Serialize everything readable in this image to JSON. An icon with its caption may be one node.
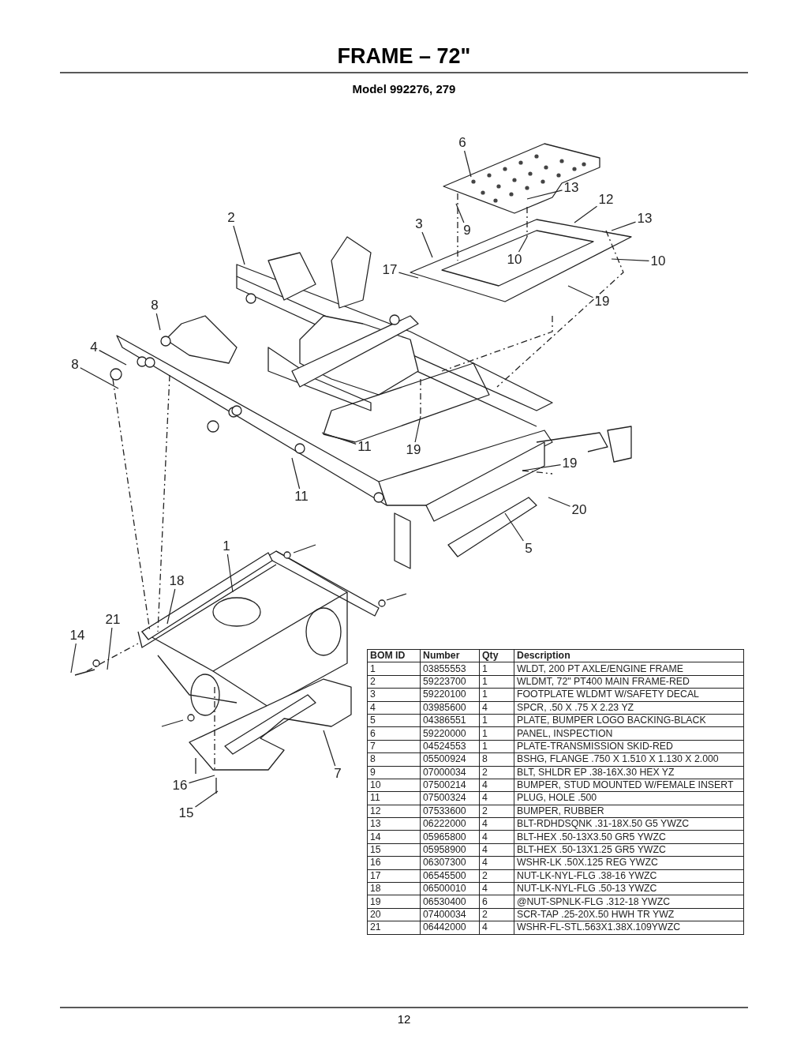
{
  "diagram": {
    "title": "FRAME – 72\"",
    "nodes": [
      {
        "text": [
          "6"
        ]
      },
      {
        "text": [
          "13"
        ]
      },
      {
        "text": [
          "12"
        ]
      },
      {
        "text": [
          "13"
        ]
      },
      {
        "text": [
          "2"
        ]
      },
      {
        "text": [
          "3"
        ]
      },
      {
        "text": [
          "9"
        ]
      },
      {
        "text": [
          "17"
        ]
      },
      {
        "text": [
          "10"
        ]
      },
      {
        "text": [
          "10"
        ]
      },
      {
        "text": [
          "19"
        ]
      },
      {
        "text": [
          "8"
        ]
      },
      {
        "text": [
          "4"
        ]
      },
      {
        "text": [
          "8"
        ]
      },
      {
        "text": [
          "11"
        ]
      },
      {
        "text": [
          "19"
        ]
      },
      {
        "text": [
          "19"
        ]
      },
      {
        "text": [
          "11"
        ]
      },
      {
        "text": [
          "20"
        ]
      },
      {
        "text": [
          "5"
        ]
      },
      {
        "text": [
          "1"
        ]
      },
      {
        "text": [
          "18"
        ]
      },
      {
        "text": [
          "21"
        ]
      },
      {
        "text": [
          "14"
        ]
      },
      {
        "text": [
          "7"
        ]
      },
      {
        "text": [
          "16"
        ]
      },
      {
        "text": [
          "15"
        ]
      }
    ],
    "edges": [
      {
        "from": 0,
        "to": null,
        "arrow": "none"
      },
      {
        "from": 1,
        "to": null,
        "arrow": "none"
      },
      {
        "from": 2,
        "to": null,
        "arrow": "none"
      },
      {
        "from": 3,
        "to": null,
        "arrow": "none"
      },
      {
        "from": 4,
        "to": null,
        "arrow": "none"
      },
      {
        "from": 5,
        "to": null,
        "arrow": "none"
      },
      {
        "from": 6,
        "to": null,
        "arrow": "none"
      },
      {
        "from": 7,
        "to": null,
        "arrow": "none"
      },
      {
        "from": 8,
        "to": null,
        "arrow": "none"
      },
      {
        "from": 9,
        "to": null,
        "arrow": "none"
      },
      {
        "from": 10,
        "to": null,
        "arrow": "none"
      },
      {
        "from": 11,
        "to": null,
        "arrow": "none"
      },
      {
        "from": 12,
        "to": null,
        "arrow": "none"
      },
      {
        "from": 13,
        "to": null,
        "arrow": "none"
      },
      {
        "from": 14,
        "to": null,
        "arrow": "none"
      },
      {
        "from": 15,
        "to": null,
        "arrow": "none"
      },
      {
        "from": 16,
        "to": null,
        "arrow": "none"
      },
      {
        "from": 17,
        "to": null,
        "arrow": "none"
      },
      {
        "from": 18,
        "to": null,
        "arrow": "none"
      },
      {
        "from": 19,
        "to": null,
        "arrow": "none"
      },
      {
        "from": 20,
        "to": null,
        "arrow": "none"
      },
      {
        "from": 21,
        "to": null,
        "arrow": "none"
      },
      {
        "from": 22,
        "to": null,
        "arrow": "none"
      },
      {
        "from": 23,
        "to": null,
        "arrow": "none"
      },
      {
        "from": 24,
        "to": null,
        "arrow": "none"
      },
      {
        "from": 25,
        "to": null,
        "arrow": "none"
      },
      {
        "from": 26,
        "to": null,
        "arrow": "none"
      }
    ],
    "labels": [
      "Model 992276, 279",
      "BOM ID",
      "Number",
      "Qty",
      "Description",
      "1",
      "03855553",
      "1",
      "WLDT, 200 PT AXLE/ENGINE FRAME",
      "2",
      "59223700",
      "1",
      "WLDMT,  72\" PT400 MAIN FRAME-RED",
      "3",
      "59220100",
      "1",
      "FOOTPLATE WLDMT W/SAFETY DECAL",
      "4",
      "03985600",
      "4",
      "SPCR, .50 X .75 X 2.23 YZ",
      "5",
      "04386551",
      "1",
      "PLATE,  BUMPER LOGO BACKING-BLACK",
      "6",
      "59220000",
      "1",
      "PANEL, INSPECTION",
      "7",
      "04524553",
      "1",
      "PLATE-TRANSMISSION SKID-RED",
      "8",
      "05500924",
      "8",
      "BSHG, FLANGE .750 X 1.510 X 1.130 X 2.000",
      "9",
      "07000034",
      "2",
      "BLT,  SHLDR EP .38-16X.30 HEX YZ",
      "10",
      "07500214",
      "4",
      "BUMPER, STUD MOUNTED W/FEMALE INSERT",
      "11",
      "07500324",
      "4",
      "PLUG, HOLE .500",
      "12",
      "07533600",
      "2",
      "BUMPER, RUBBER",
      "13",
      "06222000",
      "4",
      "BLT-RDHDSQNK .31-18X.50 G5 YWZC",
      "14",
      "05965800",
      "4",
      "BLT-HEX .50-13X3.50 GR5 YWZC",
      "15",
      "05958900",
      "4",
      "BLT-HEX .50-13X1.25 GR5 YWZC",
      "16",
      "06307300",
      "4",
      "WSHR-LK .50X.125 REG YWZC",
      "17",
      "06545500",
      "2",
      "NUT-LK-NYL-FLG .38-16 YWZC",
      "18",
      "06500010",
      "4",
      "NUT-LK-NYL-FLG .50-13 YWZC",
      "19",
      "06530400",
      "6",
      "@NUT-SPNLK-FLG .312-18 YWZC",
      "20",
      "07400034",
      "2",
      "SCR-TAP .25-20X.50 HWH TR YWZ",
      "21",
      "06442000",
      "4",
      "WSHR-FL-STL.563X1.38X.109YWZC",
      "12"
    ]
  }
}
